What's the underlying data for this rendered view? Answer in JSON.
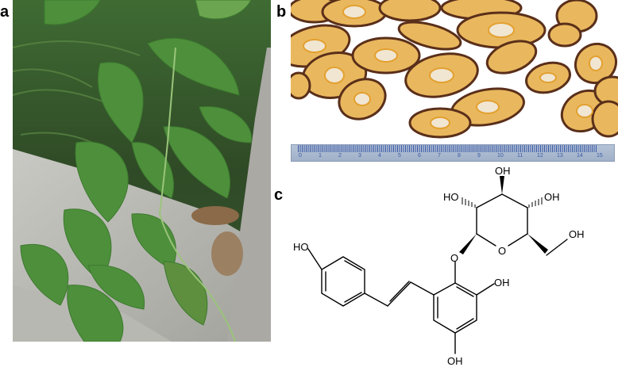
{
  "figure": {
    "panels": [
      {
        "label": "a",
        "description": "Photograph of climbing vine with heart-shaped green leaves growing over granite stone"
      },
      {
        "label": "b",
        "description": "Photograph of dried sliced root pieces with yellow-orange ring pattern, beside a ruler"
      },
      {
        "label": "c",
        "description": "Chemical structure of stilbene glucoside"
      }
    ],
    "ruler": {
      "unit_marks": [
        "0",
        "1",
        "2",
        "3",
        "4",
        "5",
        "6",
        "7",
        "8",
        "9",
        "10",
        "11",
        "12",
        "13",
        "14",
        "15"
      ]
    },
    "structure": {
      "atom_labels": {
        "ho_left": "HO",
        "oh_top": "OH",
        "ho_sugar_left": "HO",
        "oh_sugar_right": "OH",
        "oh_ch2": "OH",
        "ring_o": "O",
        "glycosidic_o": "O",
        "oh_aromatic_right": "OH",
        "oh_bottom": "OH"
      }
    }
  }
}
